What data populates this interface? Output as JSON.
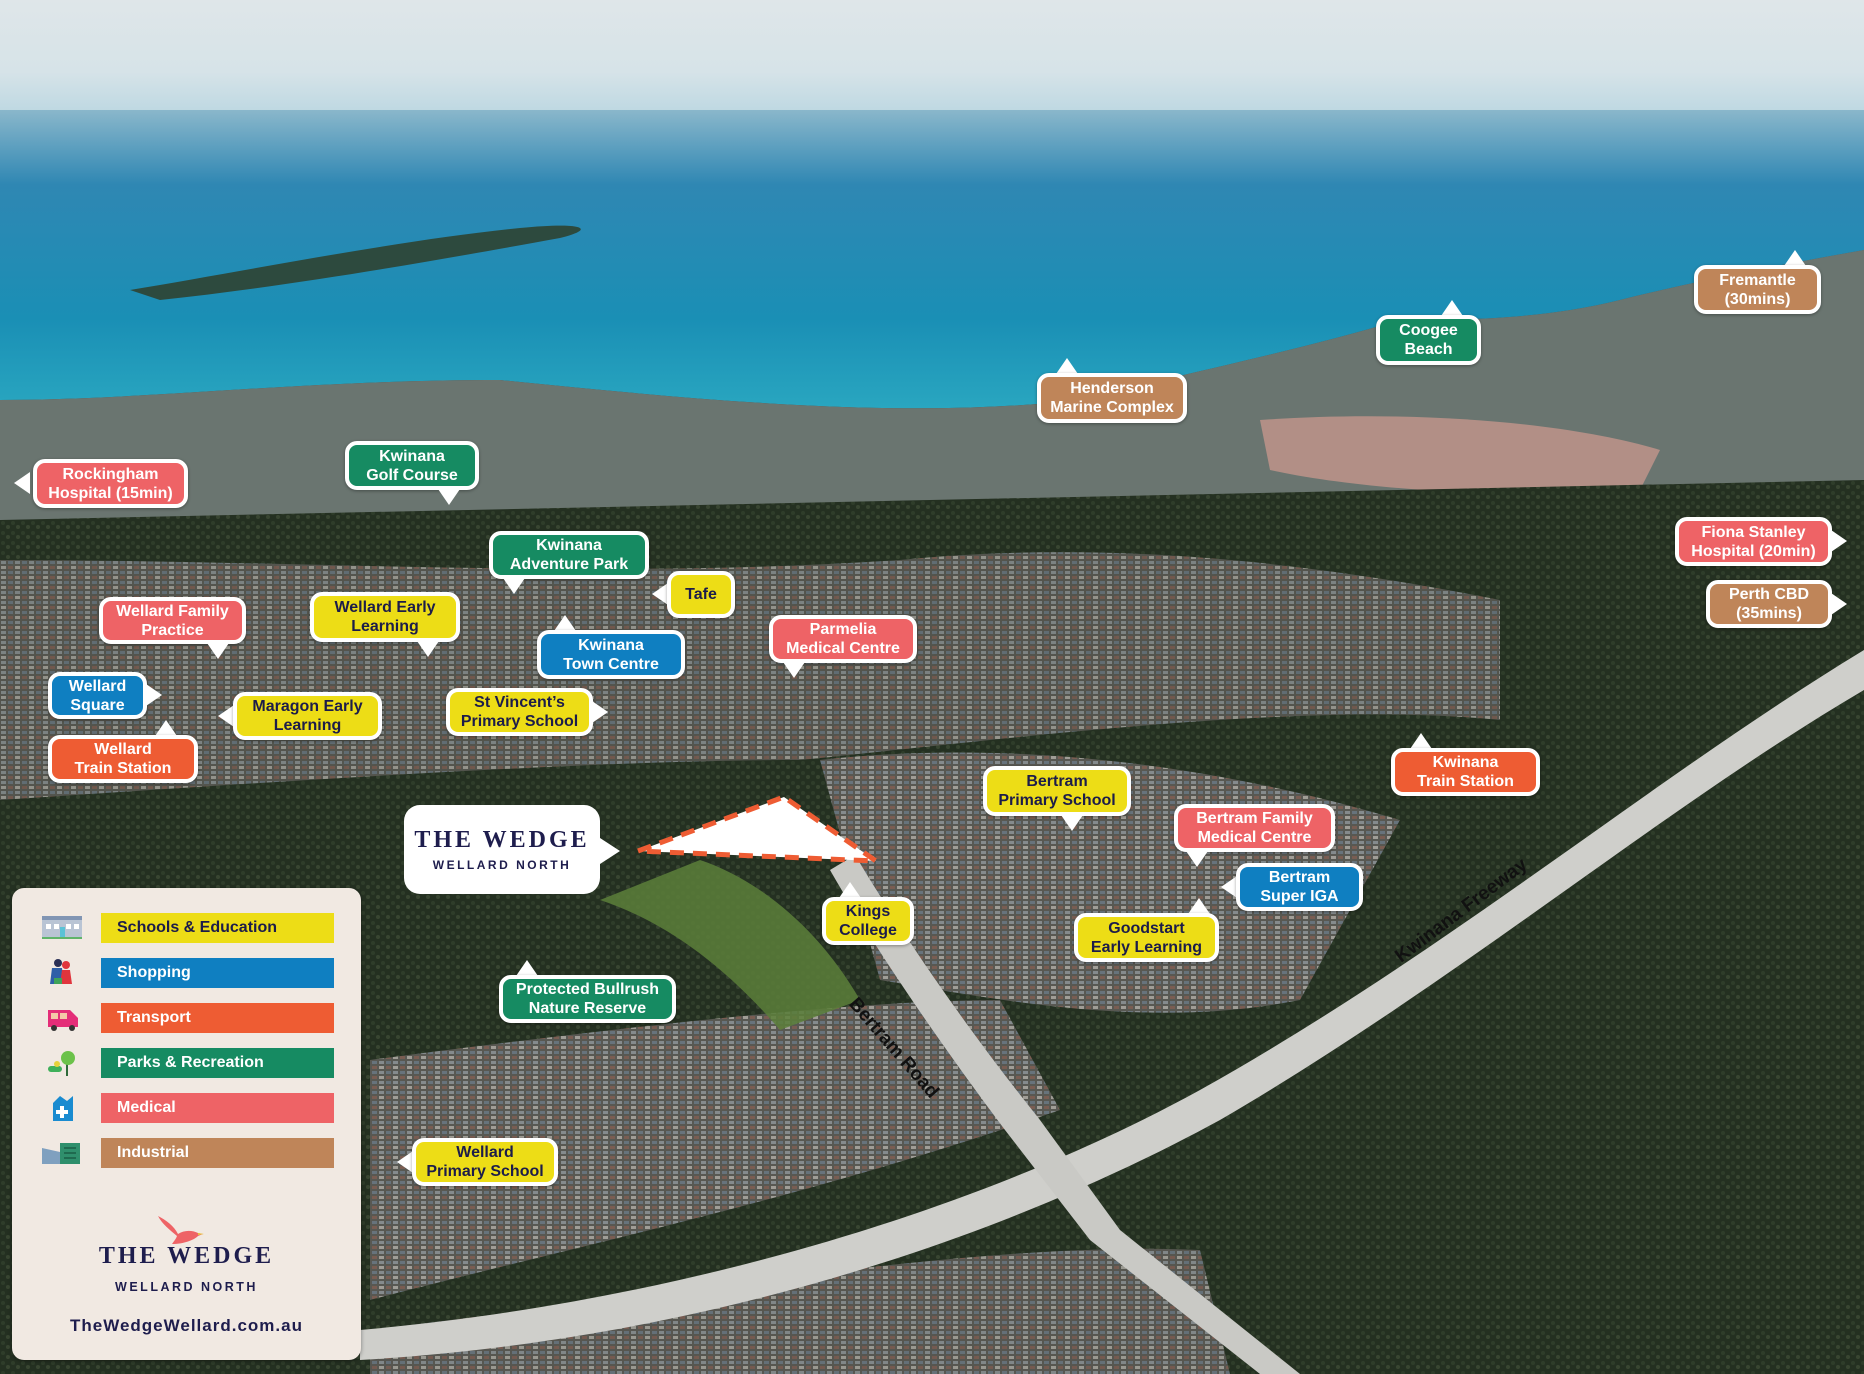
{
  "map": {
    "colors": {
      "schools": "#eddd16",
      "shopping": "#0f7fc1",
      "transport": "#ee5c33",
      "parks": "#168b62",
      "medical": "#ee6366",
      "industrial": "#bf8559",
      "boundary": "#ee5c33",
      "brand_navy": "#1e1d4d"
    },
    "site": {
      "title": "THE WEDGE",
      "subtitle": "WELLARD NORTH"
    },
    "roads": {
      "bertram_road": "Bertram Road",
      "kwinana_freeway": "Kwinana Freeway"
    },
    "places": [
      {
        "id": "rockingham-hospital",
        "category": "medical",
        "line1": "Rockingham",
        "line2": "Hospital (15min)"
      },
      {
        "id": "kwinana-golf-course",
        "category": "parks",
        "line1": "Kwinana",
        "line2": "Golf Course"
      },
      {
        "id": "kwinana-adventure-park",
        "category": "parks",
        "line1": "Kwinana",
        "line2": "Adventure Park"
      },
      {
        "id": "tafe",
        "category": "schools",
        "line1": "Tafe",
        "line2": ""
      },
      {
        "id": "wellard-family-practice",
        "category": "medical",
        "line1": "Wellard Family",
        "line2": "Practice"
      },
      {
        "id": "wellard-early-learning",
        "category": "schools",
        "line1": "Wellard Early",
        "line2": "Learning"
      },
      {
        "id": "kwinana-town-centre",
        "category": "shopping",
        "line1": "Kwinana",
        "line2": "Town Centre"
      },
      {
        "id": "parmelia-medical-centre",
        "category": "medical",
        "line1": "Parmelia",
        "line2": "Medical Centre"
      },
      {
        "id": "wellard-square",
        "category": "shopping",
        "line1": "Wellard",
        "line2": "Square"
      },
      {
        "id": "maragon-early-learning",
        "category": "schools",
        "line1": "Maragon Early",
        "line2": "Learning"
      },
      {
        "id": "st-vincents-primary-school",
        "category": "schools",
        "line1": "St Vincent’s",
        "line2": "Primary School"
      },
      {
        "id": "wellard-train-station",
        "category": "transport",
        "line1": "Wellard",
        "line2": "Train Station"
      },
      {
        "id": "kings-college",
        "category": "schools",
        "line1": "Kings",
        "line2": "College"
      },
      {
        "id": "protected-bullrush-nature-reserve",
        "category": "parks",
        "line1": "Protected Bullrush",
        "line2": "Nature Reserve"
      },
      {
        "id": "bertram-primary-school",
        "category": "schools",
        "line1": "Bertram",
        "line2": "Primary School"
      },
      {
        "id": "bertram-family-medical-centre",
        "category": "medical",
        "line1": "Bertram Family",
        "line2": "Medical Centre"
      },
      {
        "id": "bertram-super-iga",
        "category": "shopping",
        "line1": "Bertram",
        "line2": "Super IGA"
      },
      {
        "id": "goodstart-early-learning",
        "category": "schools",
        "line1": "Goodstart",
        "line2": "Early Learning"
      },
      {
        "id": "kwinana-train-station",
        "category": "transport",
        "line1": "Kwinana",
        "line2": "Train Station"
      },
      {
        "id": "henderson-marine-complex",
        "category": "industrial",
        "line1": "Henderson",
        "line2": "Marine Complex"
      },
      {
        "id": "coogee-beach",
        "category": "parks",
        "line1": "Coogee",
        "line2": "Beach"
      },
      {
        "id": "fremantle",
        "category": "industrial",
        "line1": "Fremantle",
        "line2": "(30mins)"
      },
      {
        "id": "fiona-stanley-hospital",
        "category": "medical",
        "line1": "Fiona Stanley",
        "line2": "Hospital (20min)"
      },
      {
        "id": "perth-cbd",
        "category": "industrial",
        "line1": "Perth CBD",
        "line2": "(35mins)"
      },
      {
        "id": "wellard-primary-school",
        "category": "schools",
        "line1": "Wellard",
        "line2": "Primary School"
      }
    ]
  },
  "legend": {
    "items": [
      {
        "label": "Schools & Education",
        "icon": "school-building-icon",
        "color": "#eddd16",
        "text_color": "#1c1c4a"
      },
      {
        "label": "Shopping",
        "icon": "shoppers-icon",
        "color": "#0f7fc1",
        "text_color": "#ffffff"
      },
      {
        "label": "Transport",
        "icon": "bus-icon",
        "color": "#ee5c33",
        "text_color": "#ffffff"
      },
      {
        "label": "Parks & Recreation",
        "icon": "tree-icon",
        "color": "#168b62",
        "text_color": "#ffffff"
      },
      {
        "label": "Medical",
        "icon": "medical-building-icon",
        "color": "#ee6366",
        "text_color": "#ffffff"
      },
      {
        "label": "Industrial",
        "icon": "factory-icon",
        "color": "#bf8559",
        "text_color": "#ffffff"
      }
    ],
    "brand": {
      "logo_icon": "bird-icon",
      "title": "THE WEDGE",
      "subtitle": "WELLARD NORTH",
      "url": "TheWedgeWellard.com.au"
    }
  }
}
